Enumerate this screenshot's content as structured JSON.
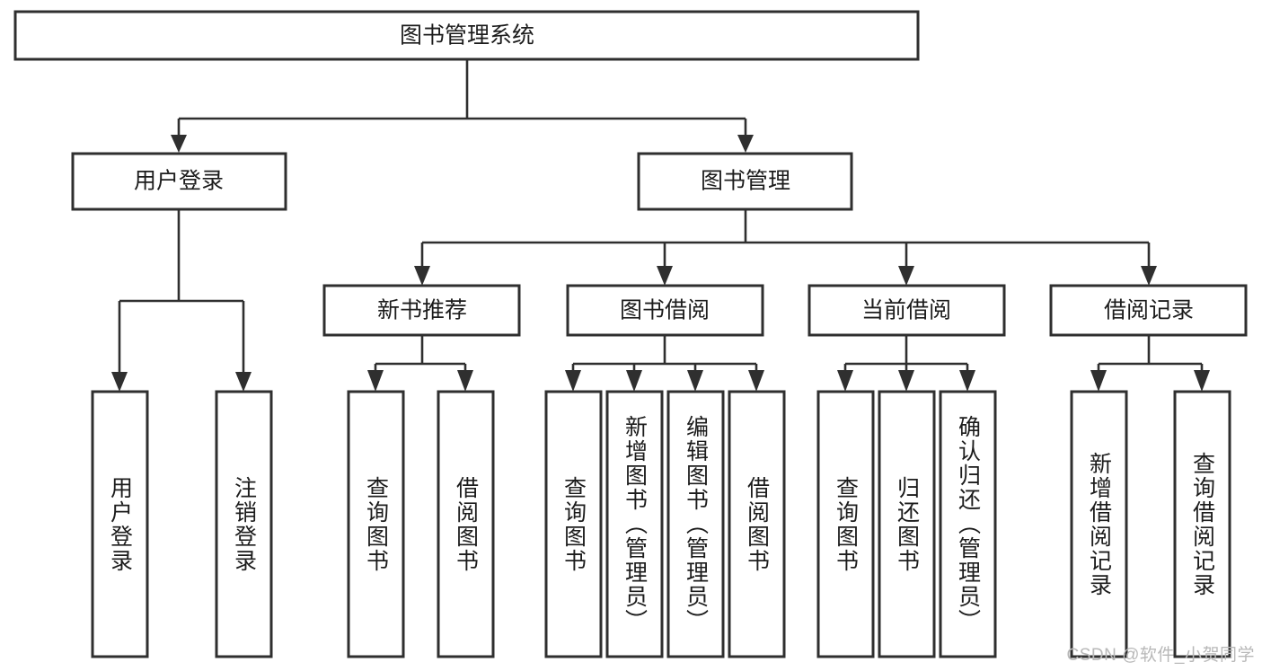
{
  "diagram": {
    "title": "图书管理系统",
    "type": "hierarchy-tree",
    "watermark": "CSDN @软件_小贺同学",
    "colors": {
      "stroke": "#2f2f2f",
      "fill": "#ffffff",
      "text": "#1c1c1c",
      "watermark": "#b8b8b8",
      "background": "#ffffff"
    },
    "root": {
      "label": "图书管理系统"
    },
    "level2": [
      {
        "label": "用户登录"
      },
      {
        "label": "图书管理"
      }
    ],
    "level3": [
      {
        "label": "新书推荐"
      },
      {
        "label": "图书借阅"
      },
      {
        "label": "当前借阅"
      },
      {
        "label": "借阅记录"
      }
    ],
    "leaves": {
      "user_login": [
        {
          "label": "用户登录"
        },
        {
          "label": "注销登录"
        }
      ],
      "new_book_recommend": [
        {
          "label": "查询图书"
        },
        {
          "label": "借阅图书"
        }
      ],
      "book_borrow": [
        {
          "label": "查询图书"
        },
        {
          "label": "新增图书（管理员）"
        },
        {
          "label": "编辑图书（管理员）"
        },
        {
          "label": "借阅图书"
        }
      ],
      "current_borrow": [
        {
          "label": "查询图书"
        },
        {
          "label": "归还图书"
        },
        {
          "label": "确认归还（管理员）"
        }
      ],
      "borrow_record": [
        {
          "label": "新增借阅记录"
        },
        {
          "label": "查询借阅记录"
        }
      ]
    }
  }
}
